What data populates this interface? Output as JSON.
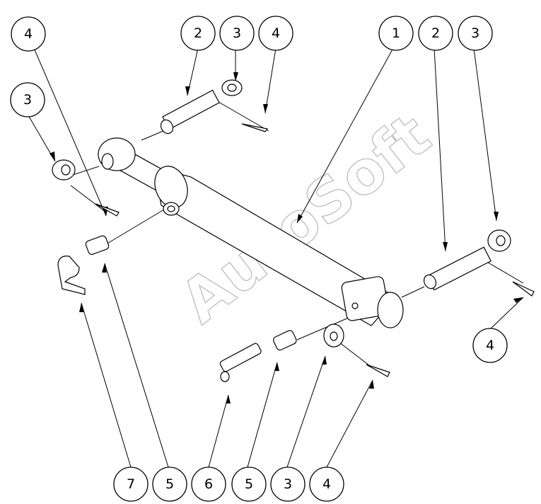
{
  "watermark": "AutoSoft",
  "callouts": [
    {
      "label": "4"
    },
    {
      "label": "2"
    },
    {
      "label": "3"
    },
    {
      "label": "4"
    },
    {
      "label": "1"
    },
    {
      "label": "2"
    },
    {
      "label": "3"
    },
    {
      "label": "3"
    },
    {
      "label": "4"
    },
    {
      "label": "7"
    },
    {
      "label": "5"
    },
    {
      "label": "6"
    },
    {
      "label": "5"
    },
    {
      "label": "3"
    },
    {
      "label": "4"
    }
  ]
}
